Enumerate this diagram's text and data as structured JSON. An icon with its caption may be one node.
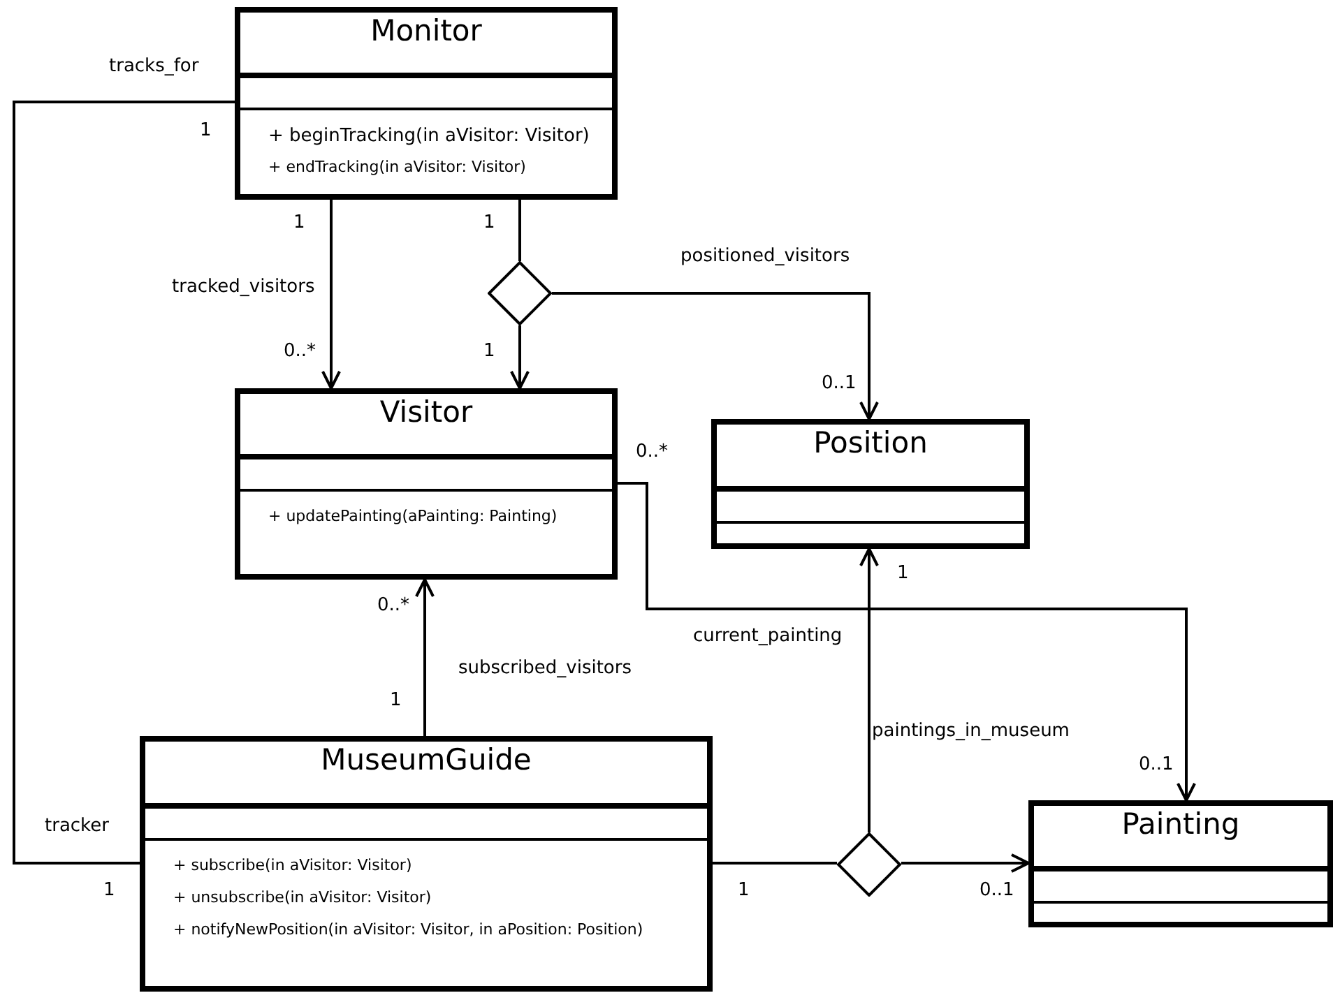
{
  "diagram": {
    "nodes": [
      {
        "text": [
          "Monitor",
          "+ beginTracking(in aVisitor: Visitor)",
          "+ endTracking(in aVisitor: Visitor)"
        ]
      },
      {
        "text": [
          "Visitor",
          "+ updatePainting(aPainting: Painting)"
        ]
      },
      {
        "text": [
          "Position"
        ]
      },
      {
        "text": [
          "MuseumGuide",
          "+ subscribe(in aVisitor: Visitor)",
          "+ unsubscribe(in aVisitor: Visitor)",
          "+ notifyNewPosition(in aVisitor: Visitor, in aPosition: Position)"
        ]
      },
      {
        "text": [
          "Painting"
        ]
      },
      {
        "text": [],
        "shape": "diamond"
      },
      {
        "text": [],
        "shape": "diamond"
      }
    ],
    "edges": [
      {
        "from": 0,
        "to": 1,
        "arrow": "to",
        "label": "tracked_visitors"
      },
      {
        "from": 0,
        "to": 5,
        "arrow": "none"
      },
      {
        "from": 5,
        "to": 1,
        "arrow": "to"
      },
      {
        "from": 5,
        "to": 2,
        "arrow": "to",
        "label": "positioned_visitors"
      },
      {
        "from": 3,
        "to": 0,
        "arrow": "none"
      },
      {
        "from": 3,
        "to": 1,
        "arrow": "to",
        "label": "subscribed_visitors"
      },
      {
        "from": 1,
        "to": 4,
        "arrow": "to",
        "label": "current_painting"
      },
      {
        "from": 3,
        "to": 6,
        "arrow": "none"
      },
      {
        "from": 6,
        "to": 4,
        "arrow": "to"
      },
      {
        "from": 6,
        "to": 2,
        "arrow": "to",
        "label": "paintings_in_museum"
      }
    ],
    "labels": [
      "tracks_for",
      "1",
      "1",
      "1",
      "0..*",
      "1",
      "0..1",
      "0..*",
      "1",
      "0..*",
      "1",
      "0..1",
      "tracker",
      "1",
      "1",
      "0..1"
    ]
  }
}
